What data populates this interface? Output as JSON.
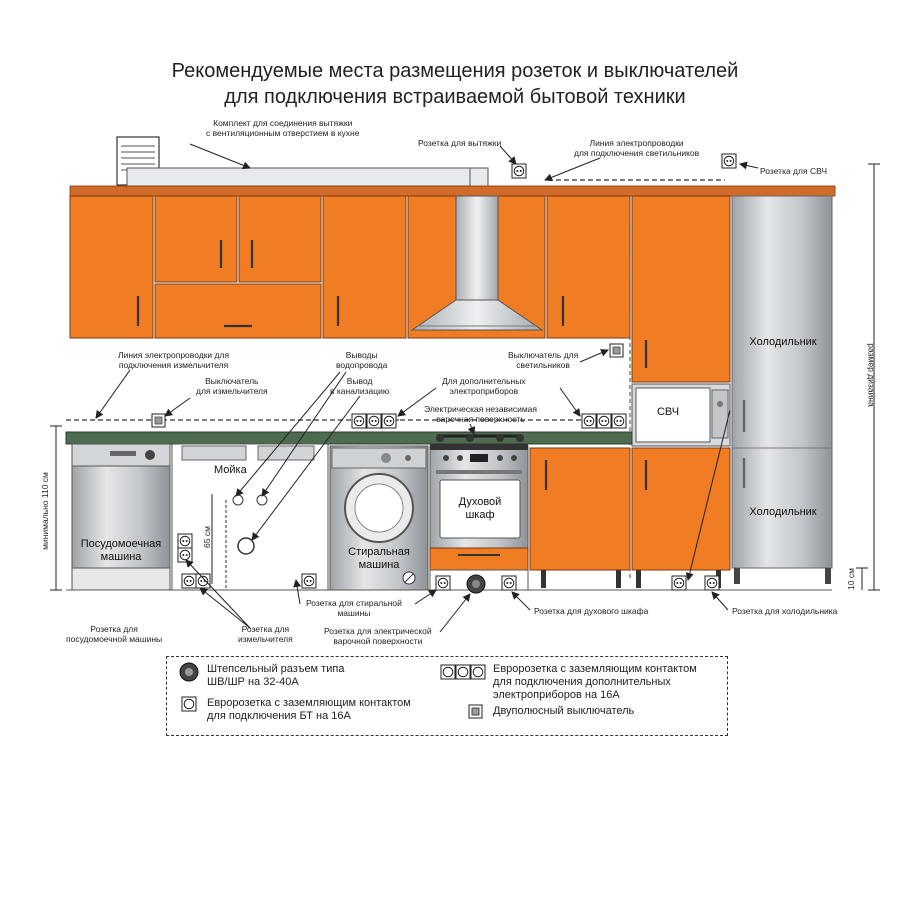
{
  "title": {
    "line1": "Рекомендуемые места размещения розеток и выключателей",
    "line2": "для подключения встраиваемой бытовой техники"
  },
  "labels": {
    "vent_kit_1": "Комплект для соединения вытяжки",
    "vent_kit_2": "с вентиляционным отверстием в кухне",
    "hood_socket": "Розетка для вытяжки",
    "light_line_1": "Линия электропроводки",
    "light_line_2": "для подключения светильников",
    "mw_socket": "Розетка для СВЧ",
    "chopper_line_1": "Линия электропроводки для",
    "chopper_line_2": "подключения измельчителя",
    "water_1": "Выводы",
    "water_2": "водопровода",
    "light_switch_1": "Выключатель для",
    "light_switch_2": "светильников",
    "chopper_switch_1": "Выключатель",
    "chopper_switch_2": "для измельчителя",
    "sewer_1": "Вывод",
    "sewer_2": "в канализацию",
    "extra_1": "Для дополнительных",
    "extra_2": "электроприборов",
    "hob_1": "Электрическая независимая",
    "hob_2": "варочная поверхность",
    "wm_socket_1": "Розетка для стиральной",
    "wm_socket_2": "машины",
    "chopper_socket_1": "Розетка для",
    "chopper_socket_2": "измельчителя",
    "hob_socket_1": "Розетка для электрической",
    "hob_socket_2": "варочной поверхности",
    "dw_socket_1": "Розетка для",
    "dw_socket_2": "посудомоечной машины",
    "oven_socket": "Розетка для духового шкафа",
    "fridge_socket": "Розетка для холодильника",
    "design_size": "размер дизайна",
    "min_height": "минимально 110 см",
    "dim_65": "65 см",
    "dim_10": "10 см"
  },
  "appliances": {
    "sink": "Мойка",
    "dishwasher_1": "Посудомоечная",
    "dishwasher_2": "машина",
    "washer_1": "Стиральная",
    "washer_2": "машина",
    "oven_1": "Духовой",
    "oven_2": "шкаф",
    "microwave": "СВЧ",
    "fridge_top": "Холодильник",
    "fridge_bottom": "Холодильник"
  },
  "legend": {
    "plug_1": "Штепсельный разъем типа",
    "plug_2": "ШВ/ШР на 32-40А",
    "euro_single_1": "Евророзетка с заземляющим контактом",
    "euro_single_2": "для подключения БТ на 16А",
    "euro_triple_1": "Евророзетка с заземляющим контактом",
    "euro_triple_2": "для подключения дополнительных",
    "euro_triple_3": "электроприборов на 16А",
    "switch": "Двуполюсный выключатель"
  },
  "colors": {
    "cabinet": "#f07d24",
    "cabinet_dark": "#c85a10",
    "steel": "#c9ccd0",
    "countertop": "#4d6b4e",
    "line": "#222222"
  }
}
